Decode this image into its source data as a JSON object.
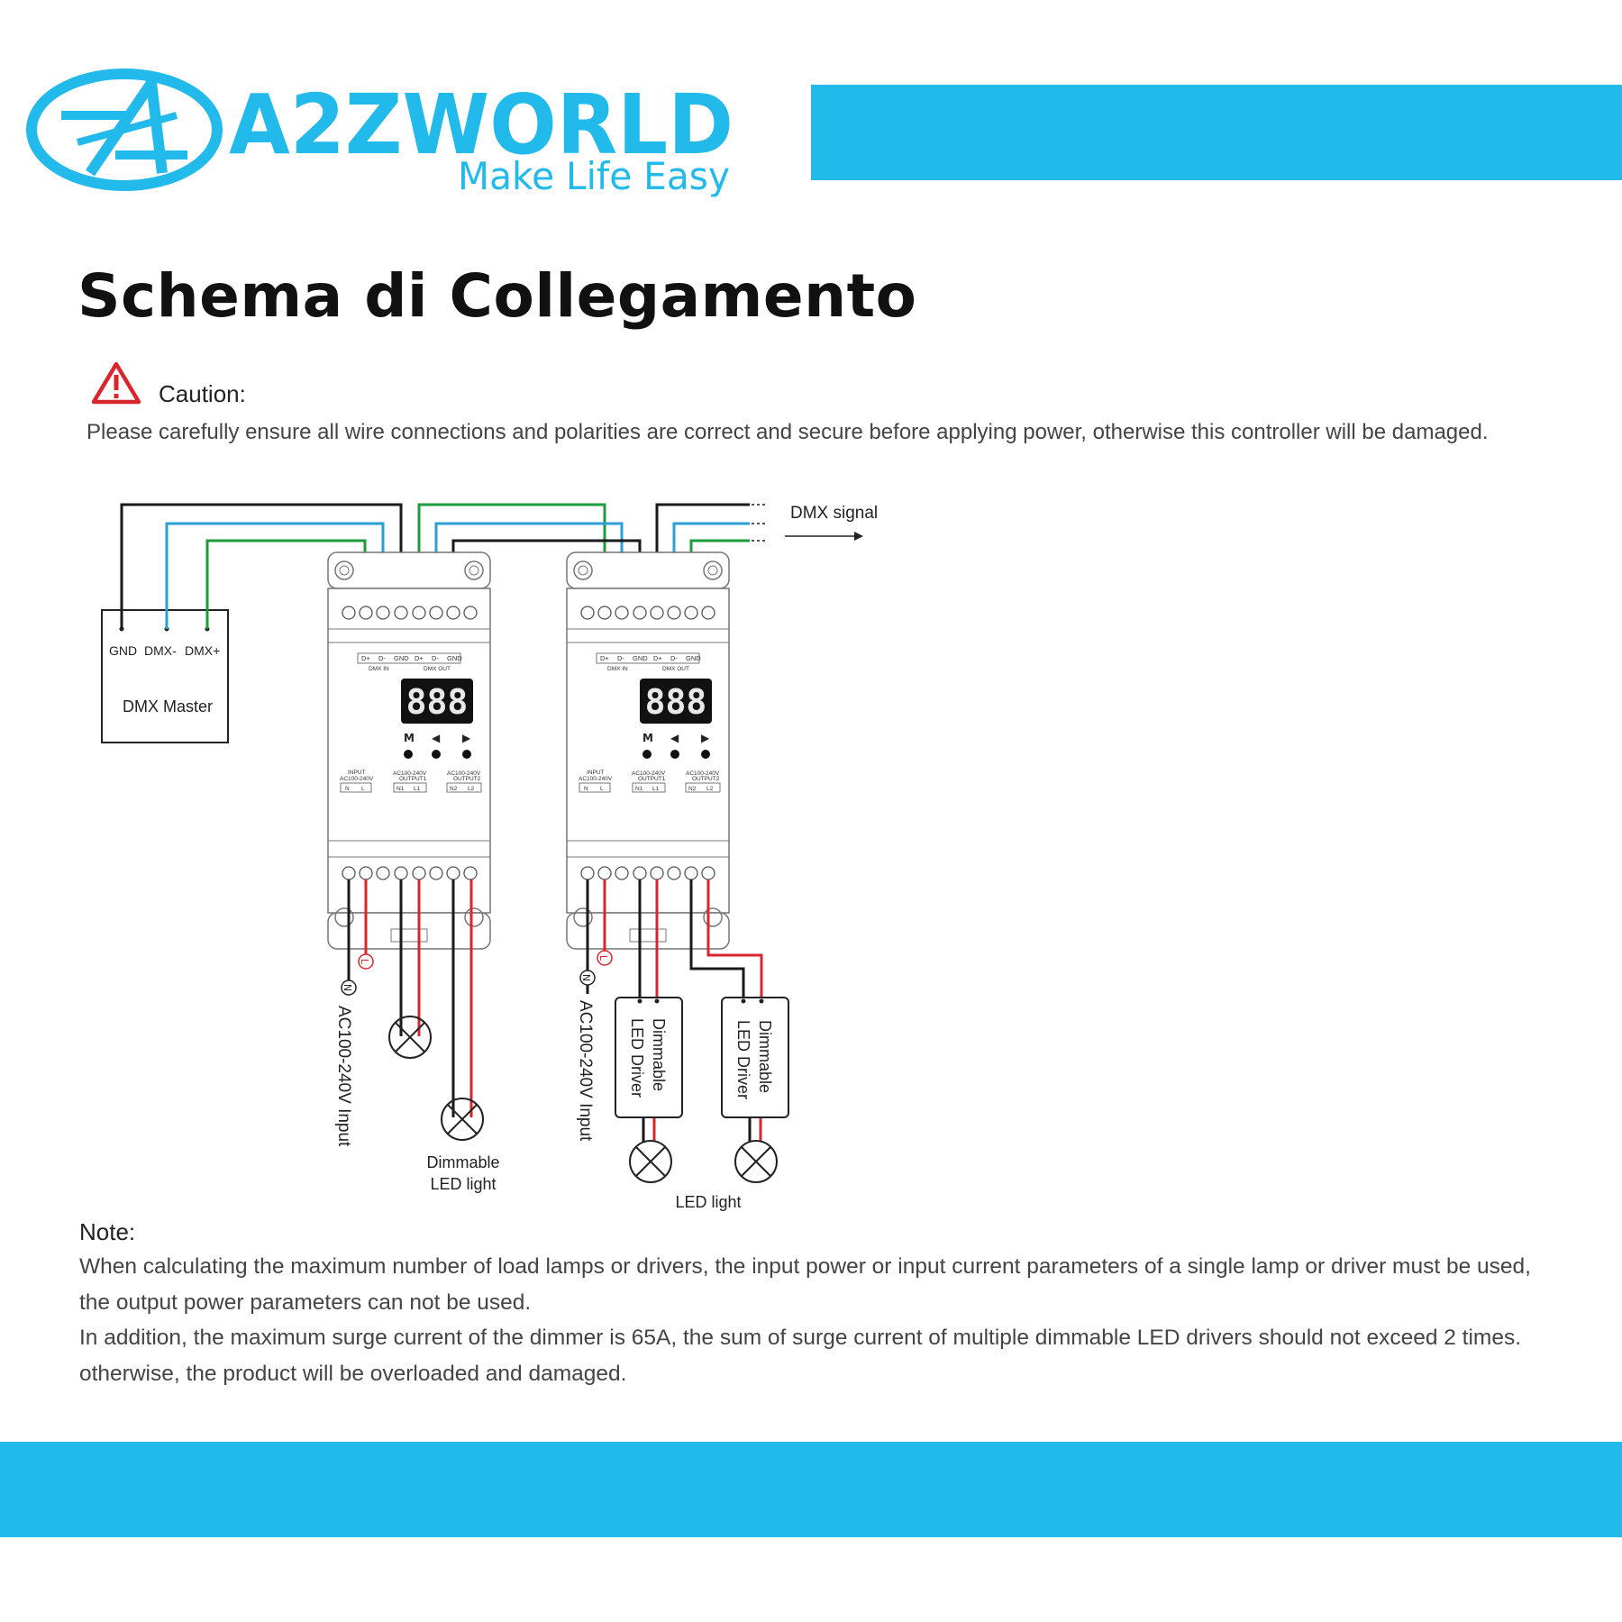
{
  "brand": {
    "name": "A2ZWORLD",
    "tagline": "Make Life Easy",
    "color": "#22b9eb"
  },
  "page": {
    "title": "Schema di Collegamento"
  },
  "caution": {
    "icon": "warning-triangle-icon",
    "icon_color": "#d9262c",
    "label": "Caution:",
    "text": "Please carefully ensure all wire connections and polarities are correct and secure before applying power, otherwise this controller will be damaged."
  },
  "diagram": {
    "dmx_signal": "DMX signal",
    "dmx_master": {
      "label": "DMX Master",
      "terminals": [
        "GND",
        "DMX-",
        "DMX+"
      ]
    },
    "controller": {
      "display": "888",
      "buttons": [
        "M",
        "◀",
        "▶"
      ],
      "top_terminals": [
        "D+",
        "D-",
        "GND",
        "D+",
        "D-",
        "GND"
      ],
      "dmx_in": "DMX IN",
      "dmx_out": "DMX OUT",
      "input_label": "INPUT",
      "input_voltage": "AC100-240V",
      "input_terminals": [
        "N",
        "L"
      ],
      "output1_voltage": "AC100-240V",
      "output1_label": "OUTPUT1",
      "output1_terminals": [
        "N1",
        "L1"
      ],
      "output2_voltage": "AC100-240V",
      "output2_label": "OUTPUT2",
      "output2_terminals": [
        "N2",
        "L2"
      ]
    },
    "mains_n": "N",
    "mains_l": "L",
    "input_label": "AC100-240V Input",
    "dimmable_led_light_1": "Dimmable",
    "dimmable_led_light_2": "LED light",
    "driver_line1": "Dimmable",
    "driver_line2": "LED Driver",
    "led_light": "LED light",
    "wire_colors": {
      "black": "#1a1a1a",
      "blue": "#2a9fd8",
      "green": "#1f9a3c",
      "red": "#d9262c"
    }
  },
  "note": {
    "label": "Note:",
    "line1": "When calculating the maximum number of load lamps or drivers, the input power or input current parameters of a single lamp or driver must be used,",
    "line2": "the output power parameters can not be used.",
    "line3": "In addition, the maximum surge current of the dimmer is 65A, the sum of surge current of multiple dimmable LED drivers should not exceed 2 times.",
    "line4": "otherwise, the product will be overloaded and damaged."
  }
}
